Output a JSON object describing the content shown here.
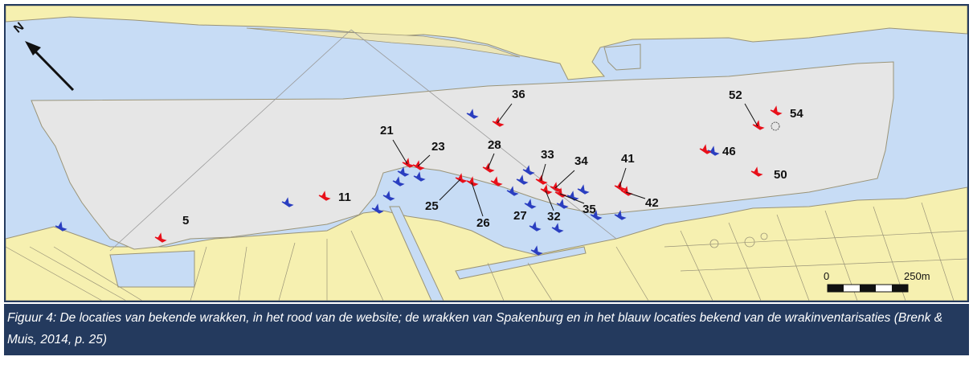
{
  "colors": {
    "water": "#c7dcf5",
    "land": "#f6f0b0",
    "sand": "#ece6b8",
    "polder": "#e6e6e6",
    "land_outline": "#9a9478",
    "wreck_red": "#e8101a",
    "wreck_blue": "#2a3ec0",
    "caption_bg": "#243a5e",
    "caption_text": "#ffffff"
  },
  "map": {
    "north_label": "N",
    "scale_bar": {
      "start_label": "0",
      "end_label": "250m"
    },
    "red_wrecks": [
      {
        "label": "5"
      },
      {
        "label": "11"
      },
      {
        "label": "21"
      },
      {
        "label": "23"
      },
      {
        "label": "25"
      },
      {
        "label": "26"
      },
      {
        "label": "27"
      },
      {
        "label": "28"
      },
      {
        "label": "32"
      },
      {
        "label": "33"
      },
      {
        "label": "34"
      },
      {
        "label": "35"
      },
      {
        "label": "36"
      },
      {
        "label": "41"
      },
      {
        "label": "42"
      },
      {
        "label": "46"
      },
      {
        "label": "50"
      },
      {
        "label": "52"
      },
      {
        "label": "54"
      }
    ]
  },
  "caption": {
    "text": "Figuur 4: De locaties van bekende wrakken, in het rood van de website; de wrakken van Spakenburg en in het blauw locaties bekend van de wrakinventarisaties (Brenk & Muis, 2014, p. 25)"
  }
}
